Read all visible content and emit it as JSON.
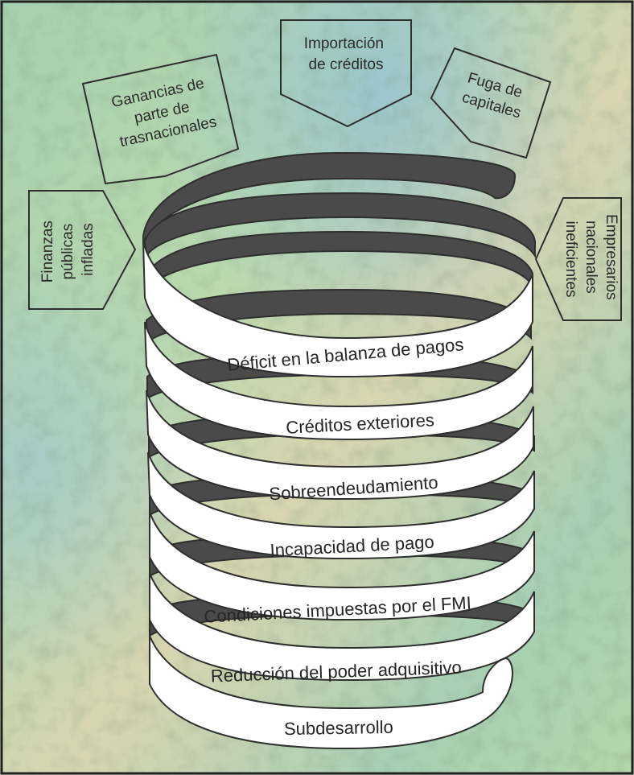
{
  "colors": {
    "background": "#a9cfa9",
    "background_mid": "#b7d8b0",
    "background_warm": "#d9d6b4",
    "background_blue": "#98bfd4",
    "spiral_dark": "#4a4a4a",
    "spiral_light": "#ffffff",
    "outline": "#2f2f2f"
  },
  "boxes": {
    "ganancias": [
      "Ganancias de",
      "parte de",
      "trasnacionales"
    ],
    "importacion": [
      "Importación",
      "de créditos"
    ],
    "fuga": [
      "Fuga de",
      "capitales"
    ],
    "finanzas": [
      "Finanzas",
      "públicas",
      "infladas"
    ],
    "empresarios": [
      "Empresarios",
      "nacionales",
      "ineficientes"
    ]
  },
  "bands": [
    "Déficit en la balanza de pagos",
    "Créditos exteriores",
    "Sobreendeudamiento",
    "Incapacidad de pago",
    "Condiciones impuestas por el FMI",
    "Reducción del poder adquisitivo",
    "Subdesarrollo"
  ]
}
